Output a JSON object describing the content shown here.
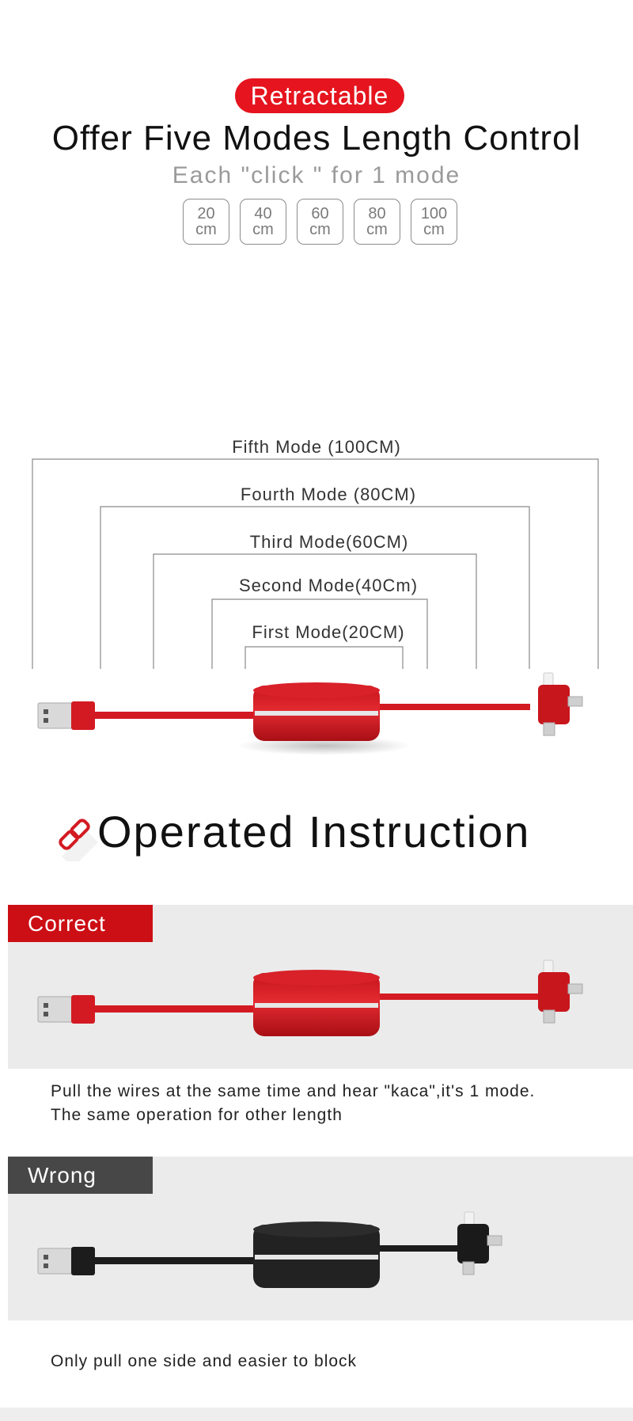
{
  "header": {
    "badge": "Retractable",
    "headline": "Offer Five Modes Length Control",
    "subline": "Each \"click \" for 1 mode",
    "lengths": [
      {
        "value": "20",
        "unit": "cm"
      },
      {
        "value": "40",
        "unit": "cm"
      },
      {
        "value": "60",
        "unit": "cm"
      },
      {
        "value": "80",
        "unit": "cm"
      },
      {
        "value": "100",
        "unit": "cm"
      }
    ]
  },
  "length_diagram": {
    "labels": [
      "Fifth Mode (100CM)",
      "Fourth Mode (80CM)",
      "Third Mode(60CM)",
      "Second Mode(40Cm)",
      "First Mode(20CM)"
    ]
  },
  "instructions": {
    "title": "Operated Instruction",
    "correct": {
      "tag": "Correct",
      "caption_line1": "Pull the wires at the same time and hear \"kaca\",it's 1 mode.",
      "caption_line2": "The same operation for other length"
    },
    "wrong": {
      "tag": "Wrong",
      "caption": "Only pull one side and easier to block"
    }
  },
  "colors": {
    "accent": "#e5141e",
    "cable_red": "#d31a22",
    "cable_black": "#1c1c1c",
    "panel_bg": "#ebebeb",
    "wrong_tag": "#474747"
  }
}
